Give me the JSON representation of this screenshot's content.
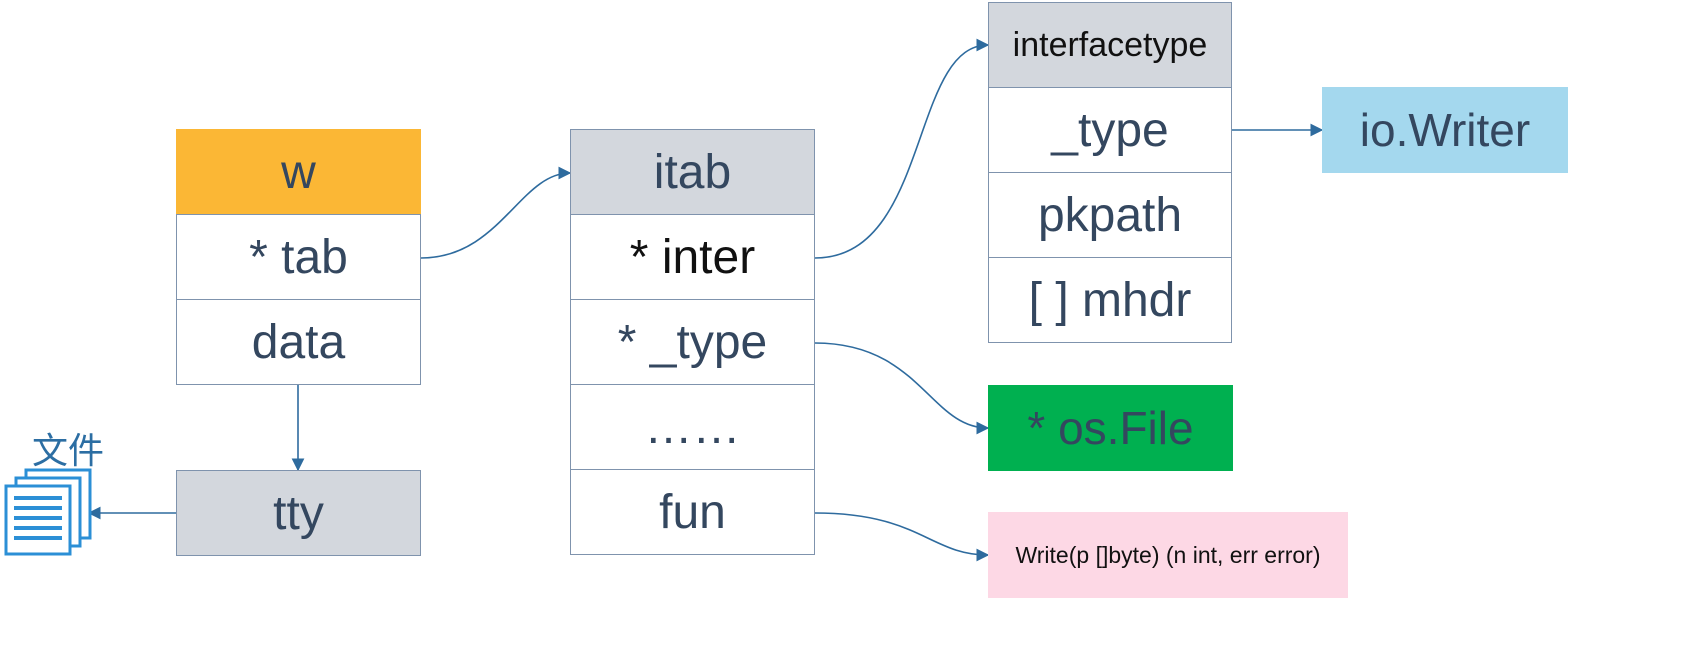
{
  "colors": {
    "w_header": "#fbb735",
    "header_gray": "#d3d7dd",
    "io_writer": "#a4d8ee",
    "os_file": "#00b050",
    "write_method": "#fdd8e5",
    "arrow": "#2e6b9e",
    "text": "#34475f"
  },
  "w_struct": {
    "title": "w",
    "fields": [
      "* tab",
      "data"
    ]
  },
  "tty": {
    "label": "tty"
  },
  "file_icon": {
    "label": "文件",
    "icon": "document-stack-icon"
  },
  "itab": {
    "title": "itab",
    "fields": [
      "* inter",
      "* _type",
      "……",
      "fun"
    ]
  },
  "interfacetype": {
    "title": "interfacetype",
    "fields": [
      "_type",
      "pkpath",
      "[ ] mhdr"
    ]
  },
  "io_writer": {
    "label": "io.Writer"
  },
  "os_file": {
    "label": "* os.File"
  },
  "write_method": {
    "label": "Write(p []byte) (n int, err error)"
  }
}
